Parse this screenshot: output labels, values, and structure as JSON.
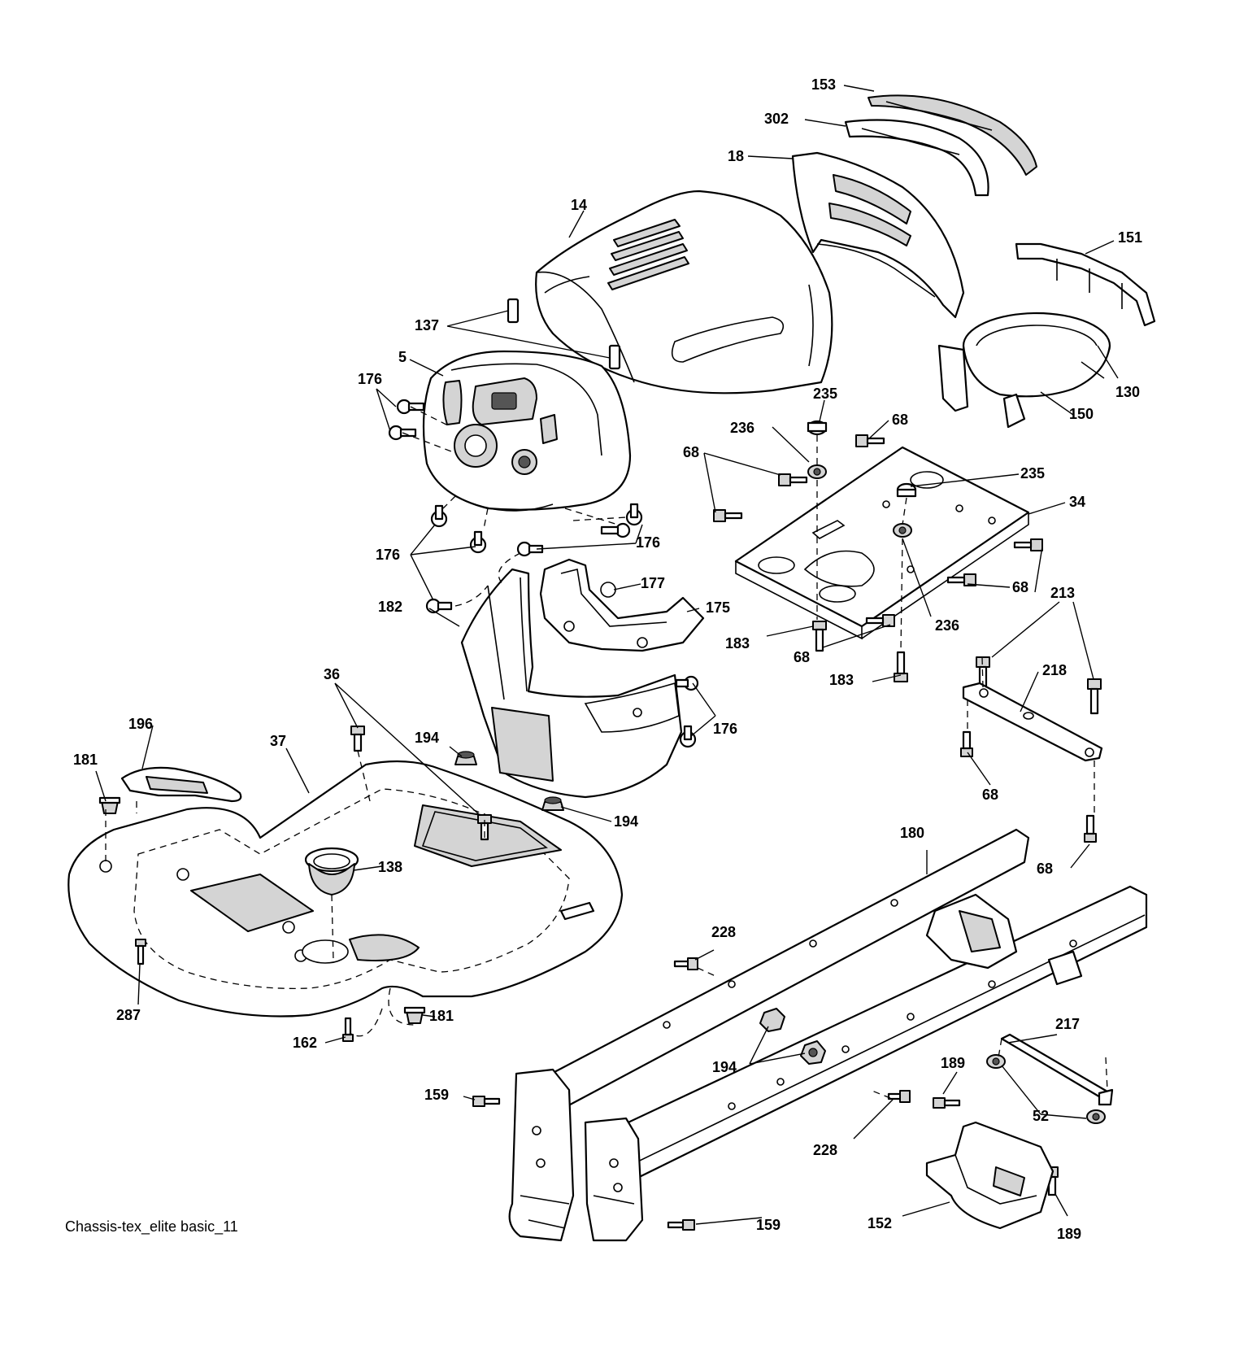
{
  "caption": "Chassis-tex_elite basic_11",
  "callouts": {
    "c153": "153",
    "c302": "302",
    "c18": "18",
    "c14": "14",
    "c151": "151",
    "c137": "137",
    "c5": "5",
    "c176a": "176",
    "c235a": "235",
    "c68a": "68",
    "c130": "130",
    "c150": "150",
    "c236a": "236",
    "c68b": "68",
    "c235b": "235",
    "c34": "34",
    "c176b": "176",
    "c176c": "176",
    "c177": "177",
    "c68c": "68",
    "c213": "213",
    "c182": "182",
    "c175": "175",
    "c183a": "183",
    "c236b": "236",
    "c68d": "68",
    "c218": "218",
    "c36": "36",
    "c183b": "183",
    "c196": "196",
    "c194a": "194",
    "c176d": "176",
    "c37": "37",
    "c181a": "181",
    "c68e": "68",
    "c194b": "194",
    "c180": "180",
    "c138": "138",
    "c68f": "68",
    "c228a": "228",
    "c287": "287",
    "c181b": "181",
    "c162": "162",
    "c217": "217",
    "c194c": "194",
    "c189a": "189",
    "c159a": "159",
    "c52": "52",
    "c228b": "228",
    "c159b": "159",
    "c152": "152",
    "c189b": "189"
  }
}
